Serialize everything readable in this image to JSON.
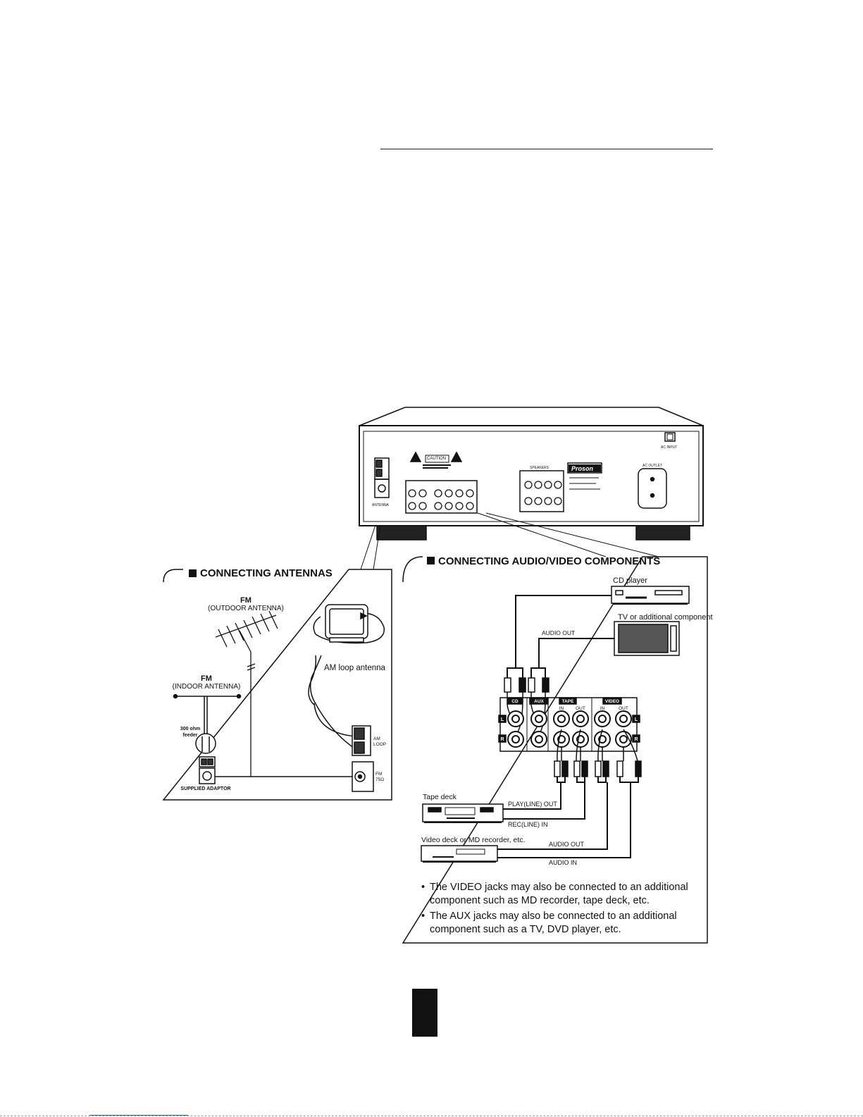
{
  "rear_panel": {
    "caution_label": "CAUTION",
    "brand": "Proson",
    "ac_input_label": "AC INPUT",
    "ac_outlet_label": "AC OUTLET",
    "speakers_label": "SPEAKERS",
    "antenna_label": "ANTENNA",
    "input_labels": [
      "CD",
      "AUX",
      "TAPE",
      "VIDEO"
    ]
  },
  "antennas": {
    "heading": "CONNECTING ANTENNAS",
    "fm_outdoor_title": "FM",
    "fm_outdoor_sub": "(OUTDOOR ANTENNA)",
    "fm_indoor_title": "FM",
    "fm_indoor_sub": "(INDOOR ANTENNA)",
    "feeder_line1": "300 ohm",
    "feeder_line2": "feeder",
    "adaptor_label": "SUPPLIED  ADAPTOR",
    "am_loop_antenna": "AM loop antenna",
    "am_terminal_line1": "AM",
    "am_terminal_line2": "LOOP",
    "fm_terminal_line1": "FM",
    "fm_terminal_line2": "75Ω"
  },
  "av": {
    "heading": "CONNECTING AUDIO/VIDEO COMPONENTS",
    "cd_player": "CD player",
    "tv_component": "TV or additional component",
    "audio_out_top": "AUDIO OUT",
    "jack_groups": [
      "CD",
      "AUX",
      "TAPE",
      "VIDEO"
    ],
    "jack_in": "IN",
    "jack_out": "OUT",
    "channel_l": "L",
    "channel_r": "R",
    "tape_deck": "Tape deck",
    "play_line_out": "PLAY(LINE) OUT",
    "rec_line_in": "REC(LINE) IN",
    "video_deck": "Video deck or MD recorder, etc.",
    "audio_out_bottom": "AUDIO OUT",
    "audio_in_bottom": "AUDIO IN",
    "notes": [
      {
        "line1": "The VIDEO jacks may also be connected to an additional",
        "line2": "component such as MD recorder, tape deck, etc."
      },
      {
        "line1": "The AUX jacks may also be connected to an additional",
        "line2": "component such as a TV, DVD player, etc."
      }
    ]
  }
}
